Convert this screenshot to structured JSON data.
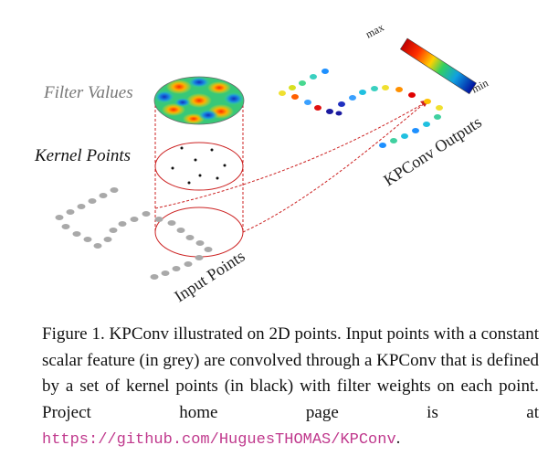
{
  "figure": {
    "labels": {
      "filter_values": "Filter Values",
      "kernel_points": "Kernel Points",
      "input_points": "Input Points",
      "outputs": "KPConv Outputs",
      "colorbar_max": "max",
      "colorbar_min": "min"
    },
    "colors": {
      "grey_point": "#a9a9a9",
      "kernel_point": "#111111",
      "dashed_line": "#cc2222",
      "circle_stroke": "#cc2222"
    }
  },
  "caption": {
    "text": "Figure 1. KPConv illustrated on 2D points. Input points with a constant scalar feature (in grey) are convolved through a KPConv that is defined by a set of kernel points (in black) with filter weights on each point. Project home page is at ",
    "url": "https://github.com/HuguesTHOMAS/KPConv",
    "end": "."
  }
}
